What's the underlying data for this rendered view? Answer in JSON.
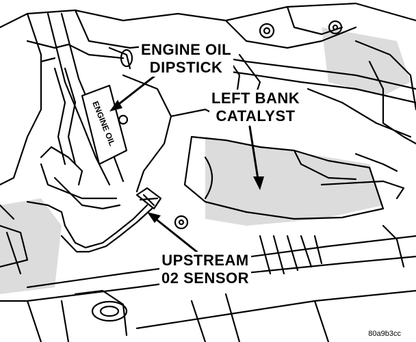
{
  "labels": {
    "dipstick_line1": "ENGINE OIL",
    "dipstick_line2": "DIPSTICK",
    "catalyst_line1": "LEFT BANK",
    "catalyst_line2": "CATALYST",
    "sensor_line1": "UPSTREAM",
    "sensor_line2": "02 SENSOR",
    "dipstick_tube_text": "ENGINE OIL",
    "figure_code": "80a9b3cc"
  },
  "colors": {
    "ink": "#000000",
    "paper": "#ffffff",
    "shade": "#d9d9d9"
  }
}
